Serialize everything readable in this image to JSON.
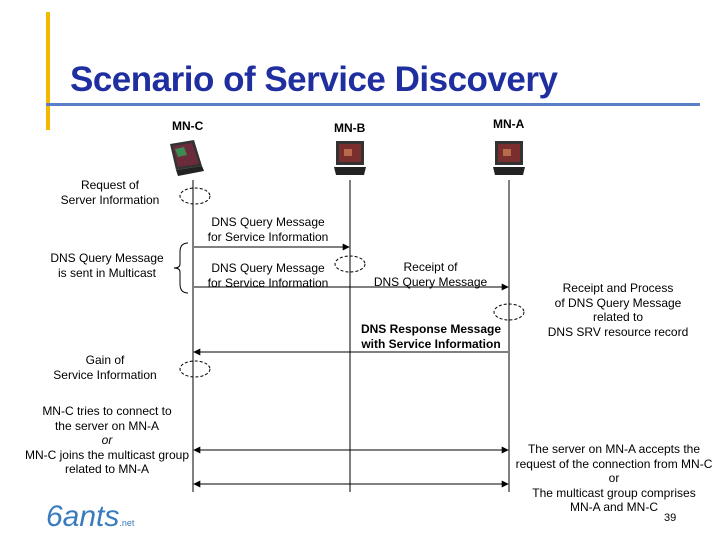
{
  "title": "Scenario of Service Discovery",
  "nodes": {
    "mn_c": "MN-C",
    "mn_b": "MN-B",
    "mn_a": "MN-A"
  },
  "labels": {
    "request": [
      "Request of",
      "Server Information"
    ],
    "dns_query_1": [
      "DNS Query Message",
      "for Service Information"
    ],
    "multicast": [
      "DNS Query Message",
      "is sent in Multicast"
    ],
    "dns_query_2": [
      "DNS Query Message",
      "for Service Information"
    ],
    "receipt": [
      "Receipt of",
      "DNS Query Message"
    ],
    "process": [
      "Receipt and Process",
      "of DNS Query Message",
      "related to",
      "DNS SRV resource record"
    ],
    "response": [
      "DNS Response Message",
      "with Service Information"
    ],
    "gain": [
      "Gain of",
      "Service Information"
    ],
    "connect": [
      "MN-C tries to connect to",
      "the server on MN-A",
      "or",
      "MN-C joins the multicast group",
      "related to MN-A"
    ],
    "accept": [
      "The server on MN-A accepts the",
      "request of the connection from MN-C",
      "or",
      "The multicast group comprises",
      "MN-A and MN-C"
    ]
  },
  "logo": {
    "text": "6ants",
    "suffix": ".net"
  },
  "page_number": "39",
  "colors": {
    "title": "#1f2fa0",
    "accent_bar": "#f2b800",
    "rule": "#5b7fc6"
  }
}
